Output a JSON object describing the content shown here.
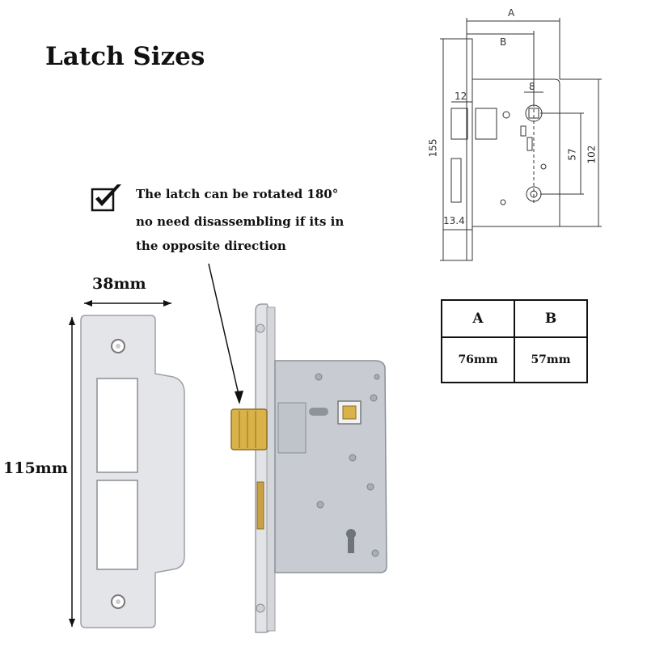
{
  "title": "Latch Sizes",
  "note": {
    "lines": [
      "The latch can be rotated 180°",
      "no need disassembling if its in",
      "the opposite direction"
    ],
    "icon": "checkmark-box-icon"
  },
  "strike_plate": {
    "width_label": "38mm",
    "height_label": "115mm"
  },
  "drawing": {
    "labels": {
      "a": "A",
      "b": "B",
      "d12": "12",
      "d8": "8",
      "d155": "155",
      "d57": "57",
      "d102": "102",
      "d13_4": "13.4"
    }
  },
  "spec_table": {
    "headers": [
      "A",
      "B"
    ],
    "values": [
      "76mm",
      "57mm"
    ]
  },
  "colors": {
    "steel": "#e6e6e8",
    "zinc": "#c9cdd3",
    "brass": "#d9b24a",
    "line": "#222222"
  }
}
